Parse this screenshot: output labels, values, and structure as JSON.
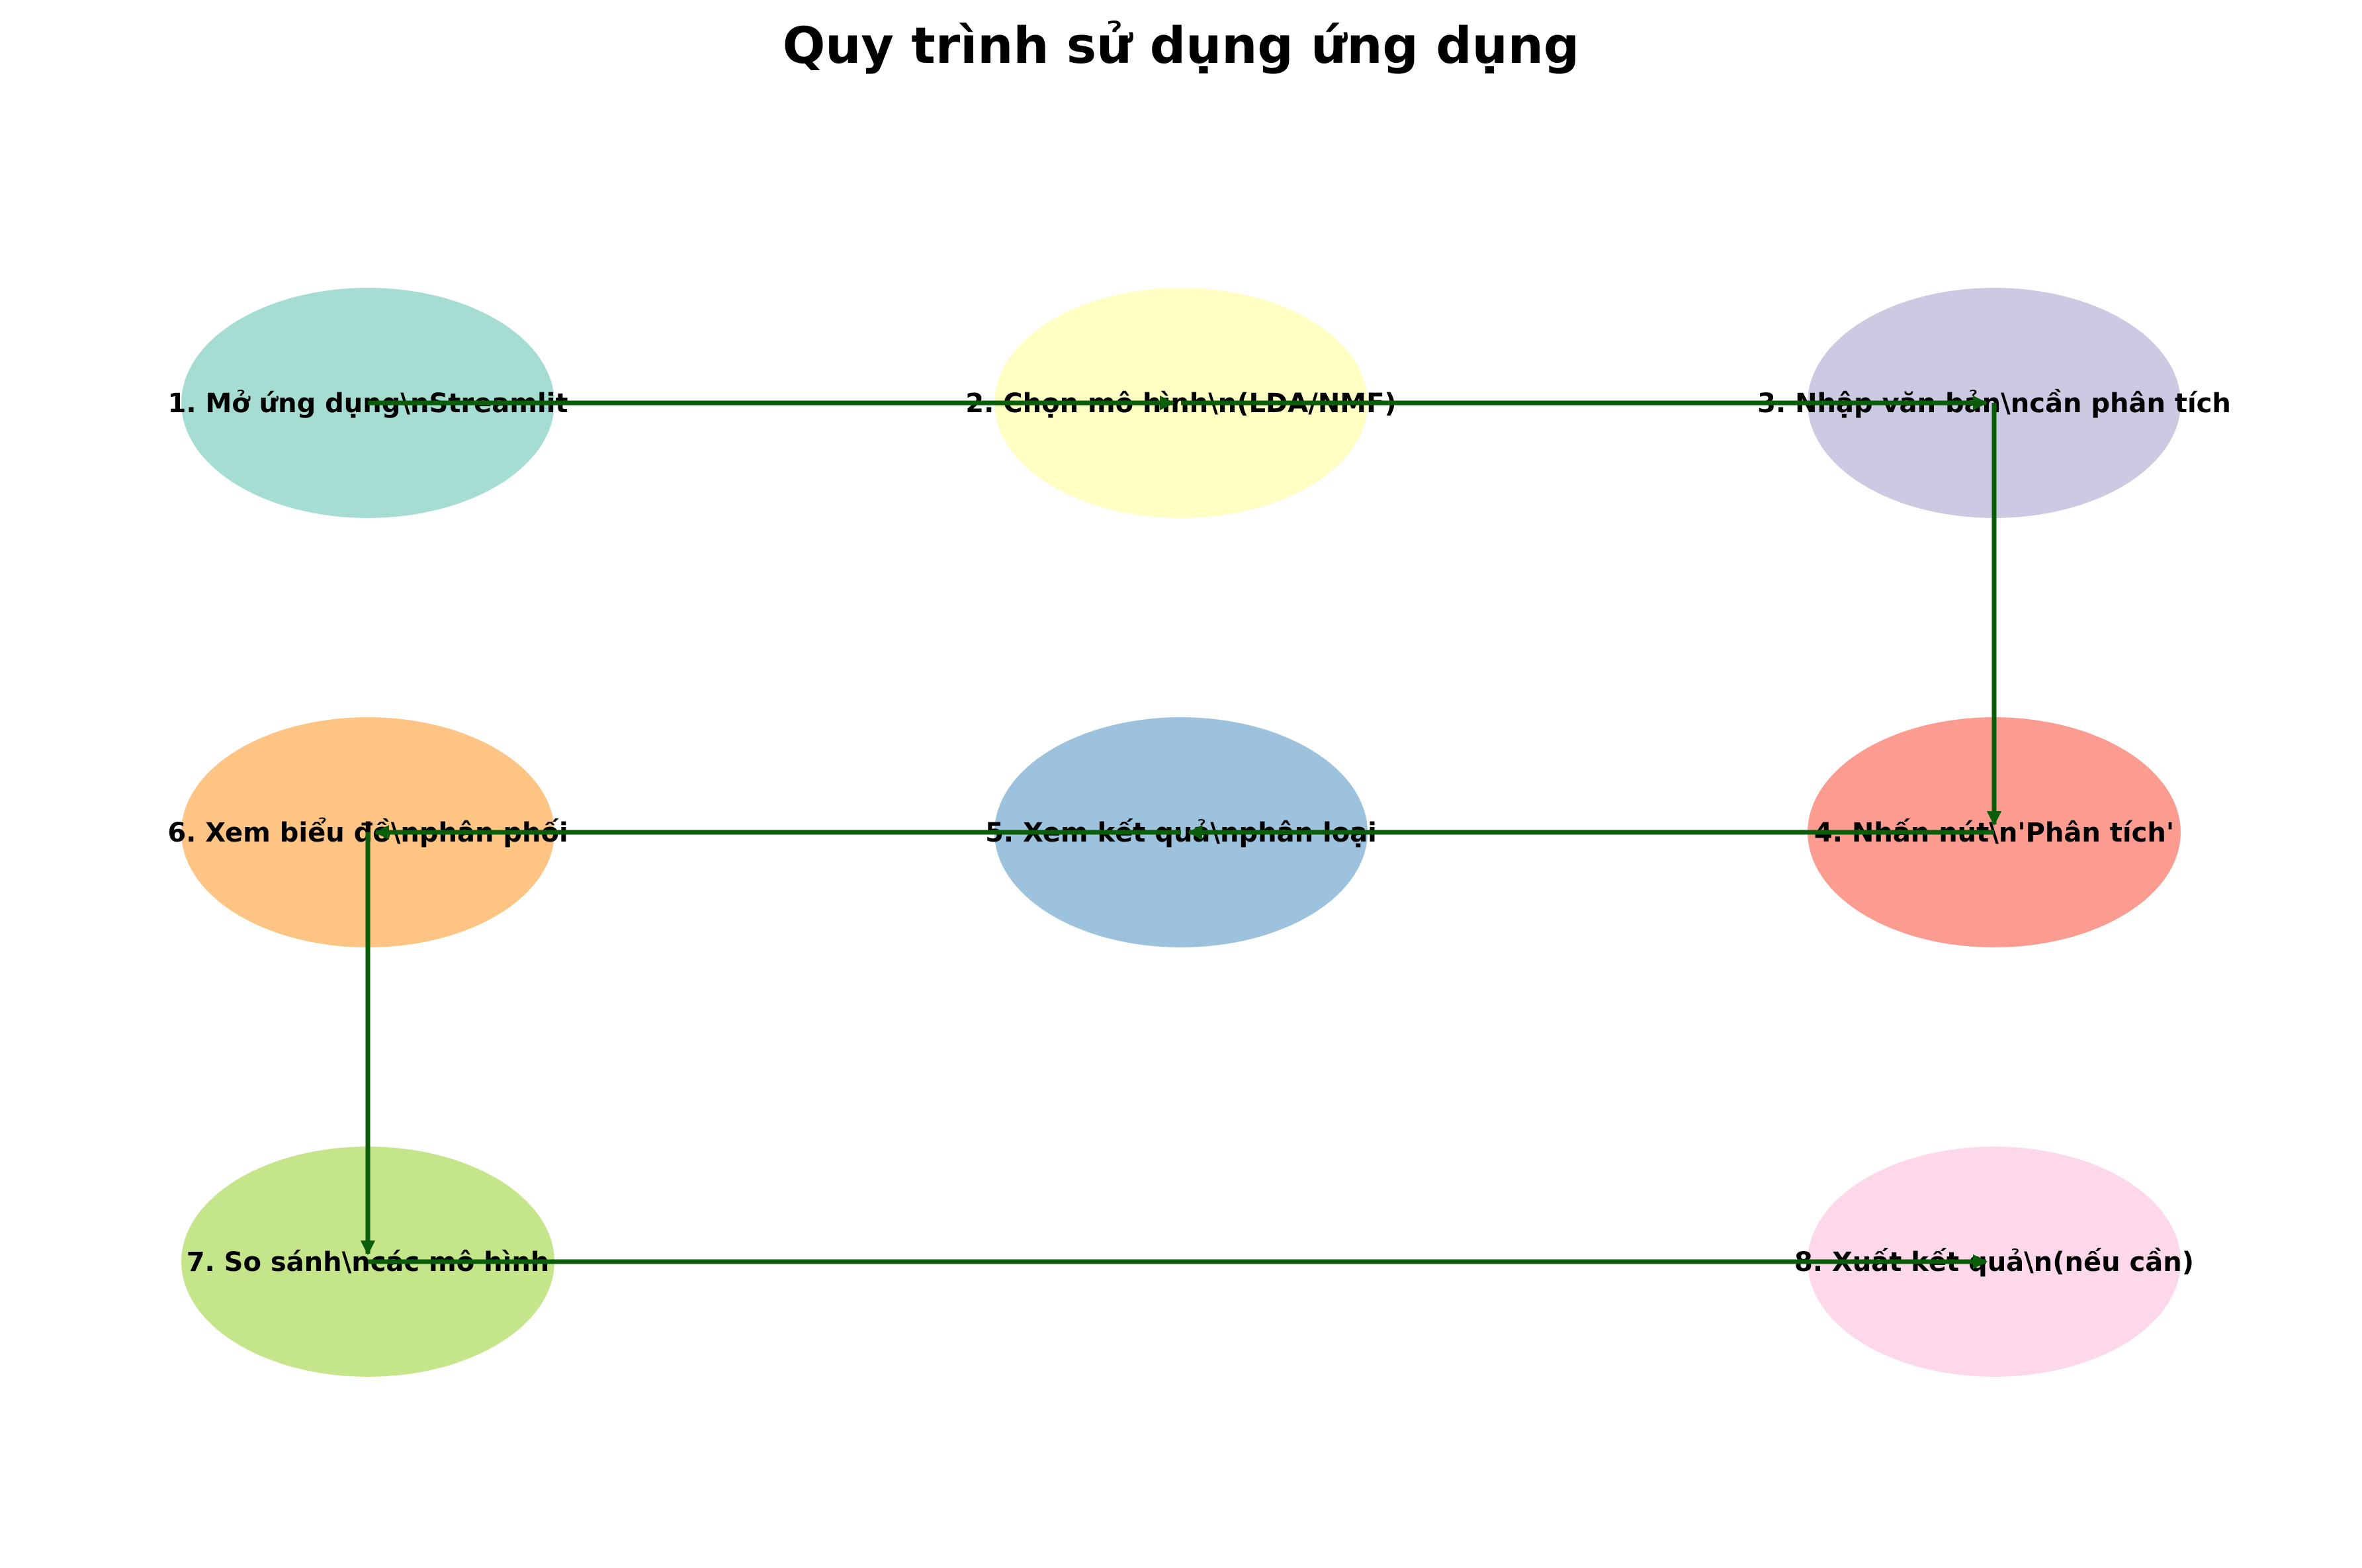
{
  "title": "Quy trình sử dụng ứng dụng",
  "edge_color": "#0a5e0a",
  "nodes": [
    {
      "id": "step-1",
      "label": "1. Mở ứng dụng\\nStreamlit",
      "color": "#8dd3c7"
    },
    {
      "id": "step-2",
      "label": "2. Chọn mô hình\\n(LDA/NMF)",
      "color": "#ffffb3"
    },
    {
      "id": "step-3",
      "label": "3. Nhập văn bản\\ncần phân tích",
      "color": "#bebada"
    },
    {
      "id": "step-4",
      "label": "4. Nhấn nút\\n'Phân tích'",
      "color": "#fb8072"
    },
    {
      "id": "step-5",
      "label": "5. Xem kết quả\\nphân loại",
      "color": "#80b1d3"
    },
    {
      "id": "step-6",
      "label": "6. Xem biểu đồ\\nphân phối",
      "color": "#fdb462"
    },
    {
      "id": "step-7",
      "label": "7. So sánh\\ncác mô hình",
      "color": "#b3de69"
    },
    {
      "id": "step-8",
      "label": "8. Xuất kết quả\\n(nếu cần)",
      "color": "#fccde5"
    }
  ],
  "edges": [
    {
      "from": "step-1",
      "to": "step-2"
    },
    {
      "from": "step-2",
      "to": "step-3"
    },
    {
      "from": "step-3",
      "to": "step-4"
    },
    {
      "from": "step-4",
      "to": "step-5"
    },
    {
      "from": "step-5",
      "to": "step-6"
    },
    {
      "from": "step-6",
      "to": "step-7"
    },
    {
      "from": "step-7",
      "to": "step-8"
    }
  ]
}
